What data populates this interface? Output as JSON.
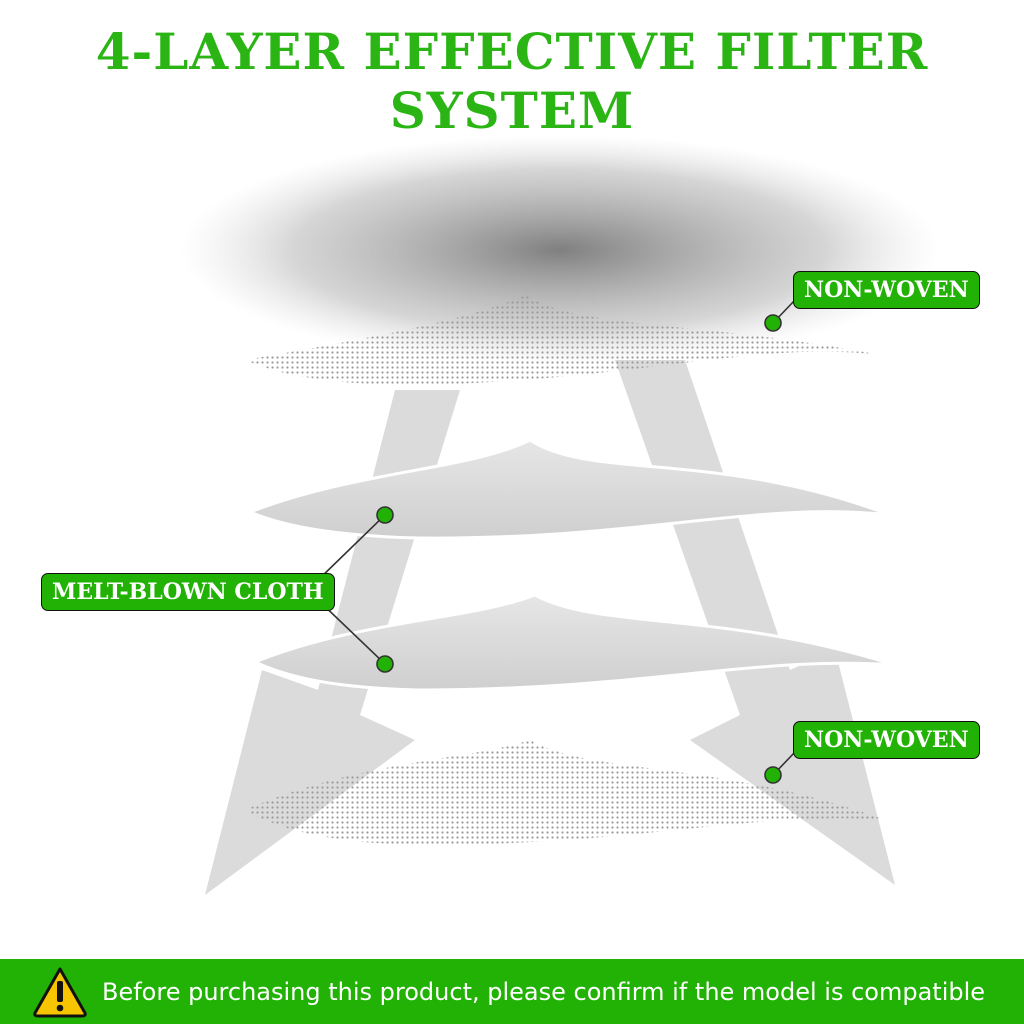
{
  "title": "4-LAYER EFFECTIVE FILTER SYSTEM",
  "labels": {
    "top": "NON-WOVEN",
    "middle": "MELT-BLOWN CLOTH",
    "bottom": "NON-WOVEN"
  },
  "footer": {
    "icon": "warning-icon",
    "text": "Before purchasing this product, please confirm if the model is compatible"
  },
  "colors": {
    "accent": "#22b205",
    "title": "#2bb515"
  }
}
